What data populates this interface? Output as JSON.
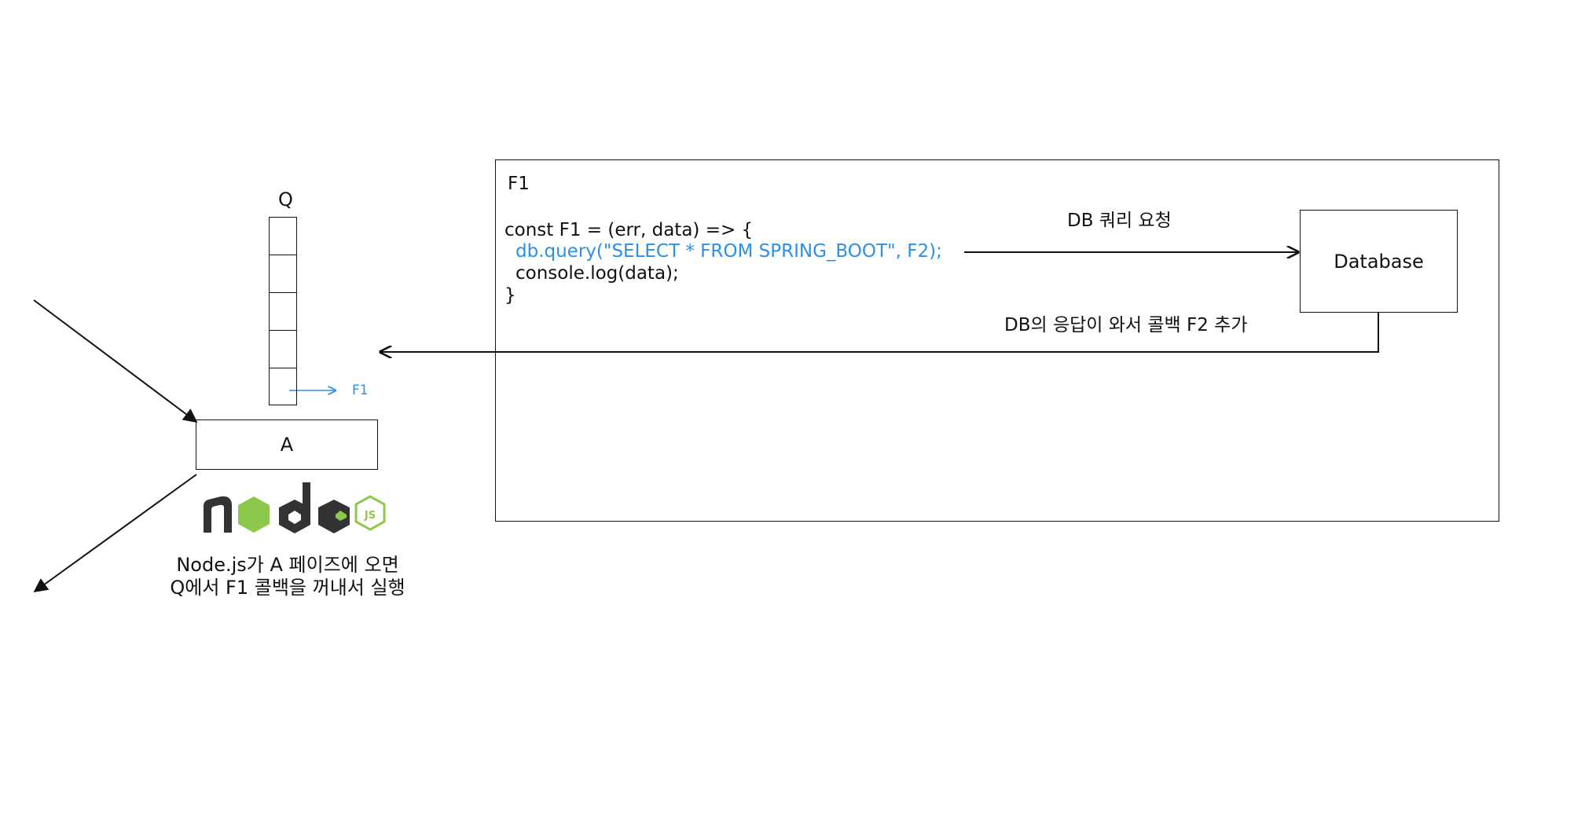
{
  "queue": {
    "label": "Q",
    "slot_count": 5
  },
  "phase": {
    "label": "A"
  },
  "queue_pointer_label": "F1",
  "panel": {
    "title": "F1",
    "code": [
      "const F1 = (err, data) => {",
      "  db.query(\"SELECT * FROM SPRING_BOOT\", F2);",
      "  console.log(data);",
      "}"
    ],
    "highlight_color": "#2d8fe6"
  },
  "database": {
    "label": "Database"
  },
  "arrows": {
    "request_label": "DB 쿼리 요청",
    "response_label": "DB의 응답이 와서 콜백 F2 추가"
  },
  "logo": {
    "name": "nodejs-logo",
    "text": "node",
    "badge": "JS",
    "colors": {
      "dark": "#333333",
      "green": "#8cc84b"
    }
  },
  "caption": {
    "line1": "Node.js가 A 페이즈에 오면",
    "line2": "Q에서 F1 콜백을 꺼내서 실행"
  }
}
